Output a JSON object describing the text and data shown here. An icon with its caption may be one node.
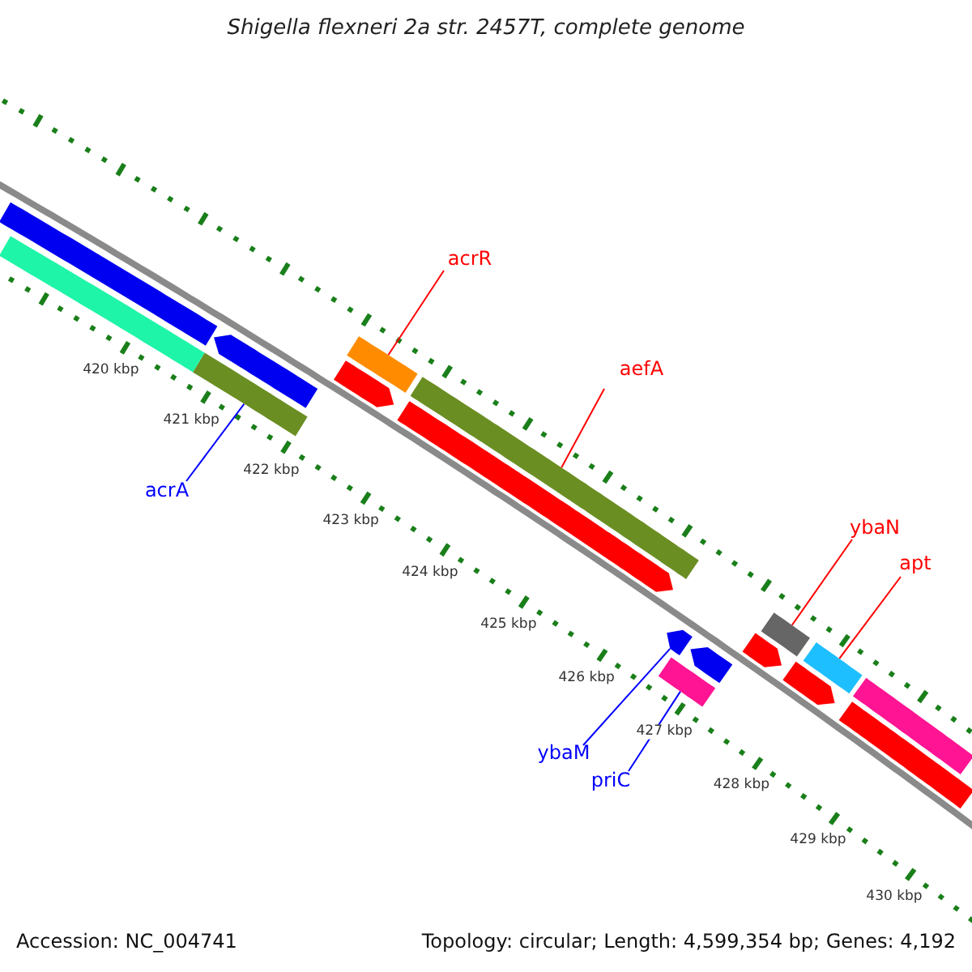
{
  "diagram": {
    "title": "Shigella flexneri 2a str. 2457T, complete genome",
    "nodes": [
      {
        "text": [
          "acrR"
        ]
      },
      {
        "text": [],
        "shape": "bar"
      },
      {
        "text": [
          "aefA"
        ]
      },
      {
        "text": [],
        "shape": "bar"
      },
      {
        "text": [
          "acrA"
        ]
      },
      {
        "text": [],
        "shape": "bar"
      },
      {
        "text": [
          "ybaN"
        ]
      },
      {
        "text": [],
        "shape": "bar"
      },
      {
        "text": [
          "apt"
        ]
      },
      {
        "text": [],
        "shape": "bar"
      },
      {
        "text": [
          "ybaM"
        ]
      },
      {
        "text": [],
        "shape": "arrow"
      },
      {
        "text": [
          "priC"
        ]
      },
      {
        "text": [],
        "shape": "bar"
      },
      {
        "text": [],
        "shape": "bar"
      },
      {
        "text": [],
        "shape": "bar"
      },
      {
        "text": [],
        "shape": "arrow"
      },
      {
        "text": [],
        "shape": "arrow"
      },
      {
        "text": [],
        "shape": "arrow"
      },
      {
        "text": [],
        "shape": "arrow"
      },
      {
        "text": [],
        "shape": "arrow"
      },
      {
        "text": [],
        "shape": "arrow"
      },
      {
        "text": [],
        "shape": "bar"
      },
      {
        "text": [],
        "shape": "bar"
      }
    ],
    "edges": [
      {
        "from": 0,
        "to": 1,
        "arrow": "none"
      },
      {
        "from": 2,
        "to": 3,
        "arrow": "none"
      },
      {
        "from": 4,
        "to": 5,
        "arrow": "none",
        "color": "#0000ff"
      },
      {
        "from": 6,
        "to": 7,
        "arrow": "none"
      },
      {
        "from": 8,
        "to": 9,
        "arrow": "none"
      },
      {
        "from": 10,
        "to": 11,
        "arrow": "none",
        "color": "#0000ff"
      },
      {
        "from": 12,
        "to": 13,
        "arrow": "none",
        "color": "#0000ff"
      }
    ],
    "labels": [
      "420 kbp",
      "421 kbp",
      "422 kbp",
      "423 kbp",
      "424 kbp",
      "425 kbp",
      "426 kbp",
      "427 kbp",
      "428 kbp",
      "429 kbp",
      "430 kbp",
      "Accession: NC_004741",
      "Topology: circular; Length: 4,599,354 bp; Genes: 4,192"
    ]
  }
}
